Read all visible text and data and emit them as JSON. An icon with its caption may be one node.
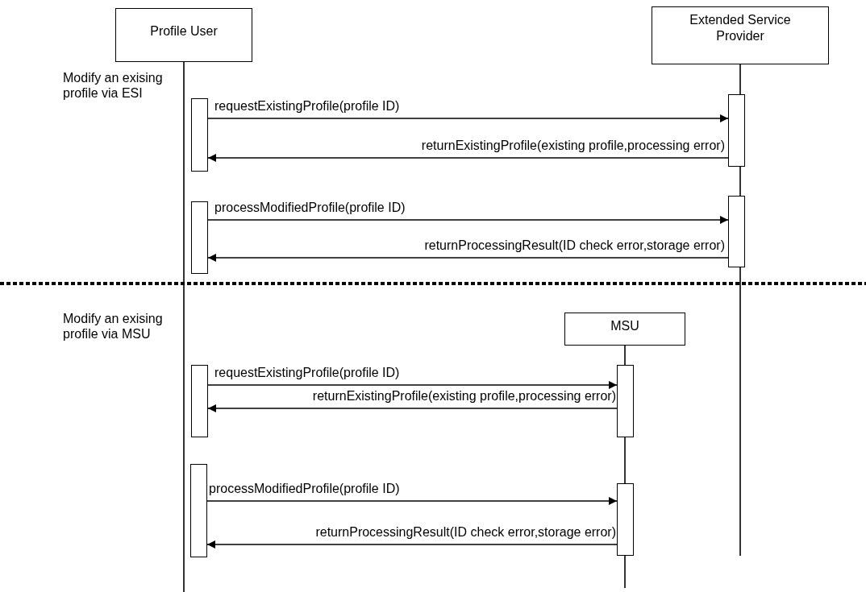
{
  "diagram": {
    "nodes": [
      {
        "text": [
          "Profile User"
        ]
      },
      {
        "text": [
          "Extended Service Provider"
        ]
      },
      {
        "text": [
          "MSU"
        ]
      },
      {
        "text": [],
        "shape": "bar"
      },
      {
        "text": [],
        "shape": "bar"
      },
      {
        "text": [],
        "shape": "bar"
      },
      {
        "text": [],
        "shape": "bar"
      },
      {
        "text": [],
        "shape": "bar"
      },
      {
        "text": [],
        "shape": "bar"
      },
      {
        "text": [],
        "shape": "bar"
      },
      {
        "text": [],
        "shape": "bar"
      }
    ],
    "edges": [
      {
        "from": 3,
        "to": 7,
        "arrow": "to",
        "label": "requestExistingProfile(profile ID)"
      },
      {
        "from": 7,
        "to": 3,
        "arrow": "to",
        "label": "returnExistingProfile(existing profile,processing error)"
      },
      {
        "from": 4,
        "to": 8,
        "arrow": "to",
        "label": "processModifiedProfile(profile ID)"
      },
      {
        "from": 8,
        "to": 4,
        "arrow": "to",
        "label": "returnProcessingResult(ID check error,storage error)"
      },
      {
        "from": 5,
        "to": 9,
        "arrow": "to",
        "label": "requestExistingProfile(profile ID)"
      },
      {
        "from": 9,
        "to": 5,
        "arrow": "to",
        "label": "returnExistingProfile(existing profile,processing error)"
      },
      {
        "from": 6,
        "to": 10,
        "arrow": "to",
        "label": "processModifiedProfile(profile ID)"
      },
      {
        "from": 10,
        "to": 6,
        "arrow": "to",
        "label": "returnProcessingResult(ID check error,storage error)"
      }
    ],
    "labels": [
      "Modify an exising profile via ESI",
      "Modify an exising profile via MSU"
    ]
  }
}
